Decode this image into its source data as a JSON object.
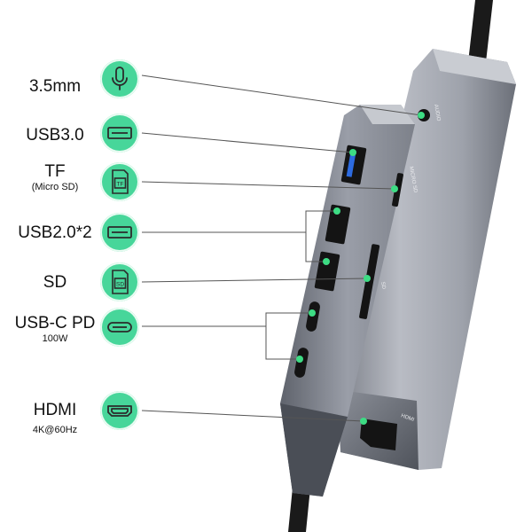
{
  "callouts": [
    {
      "id": "audio",
      "main": "3.5mm",
      "sub": "",
      "icon": "microphone-icon"
    },
    {
      "id": "usb3",
      "main": "USB3.0",
      "sub": "",
      "icon": "usb-port-icon"
    },
    {
      "id": "tf",
      "main": "TF",
      "sub": "(Micro SD)",
      "icon": "tf-card-icon",
      "card_text": "TF"
    },
    {
      "id": "usb2",
      "main": "USB2.0*2",
      "sub": "",
      "icon": "usb-port-icon"
    },
    {
      "id": "sd",
      "main": "SD",
      "sub": "",
      "icon": "sd-card-icon",
      "card_text": "SD"
    },
    {
      "id": "usbc",
      "main": "USB-C PD",
      "sub": "100W",
      "icon": "usb-c-port-icon"
    },
    {
      "id": "hdmi",
      "main": "HDMI",
      "sub": "4K@60Hz",
      "icon": "hdmi-port-icon"
    }
  ],
  "device_markings": {
    "audio": "AUDIO",
    "microsd": "MICRO SD",
    "sd": "SD",
    "hdmi": "HDMI"
  },
  "colors": {
    "accent": "#47d69a",
    "icon_stroke": "#2b2b2b",
    "aluminum_light": "#b9bcc4",
    "aluminum_dark": "#6f737c",
    "cable": "#1a1a1a",
    "port_dark": "#141414",
    "leader_line": "#555555",
    "led_green": "#3ddc84"
  }
}
